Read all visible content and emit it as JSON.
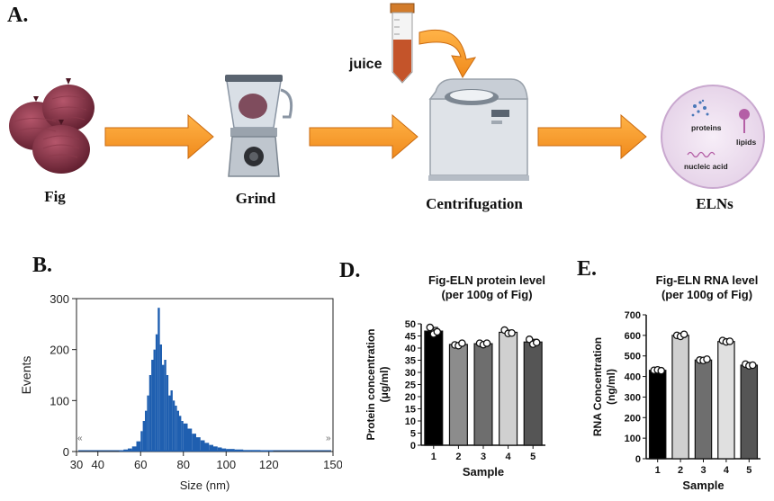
{
  "panels": {
    "a_letter": "A.",
    "b_letter": "B.",
    "d_letter": "D.",
    "e_letter": "E."
  },
  "workflow": {
    "steps": [
      {
        "label": "Fig"
      },
      {
        "label": "Grind"
      },
      {
        "label": "Centrifugation"
      },
      {
        "label": "ELNs"
      }
    ],
    "juice_label": "juice",
    "eln_contents": {
      "proteins": "proteins",
      "lipids": "lipids",
      "nucleic_acid": "nucleic acid"
    }
  },
  "chart_data": [
    {
      "type": "histogram",
      "panel": "B",
      "xlabel": "Size (nm)",
      "ylabel": "Events",
      "xlim": [
        30,
        150
      ],
      "ylim": [
        0,
        300
      ],
      "xticks": [
        30,
        40,
        60,
        80,
        100,
        120,
        150
      ],
      "yticks": [
        0,
        100,
        200,
        300
      ],
      "tick_labels_x": [
        "30",
        "40",
        "60",
        "80",
        "100",
        "120",
        "150"
      ],
      "tick_labels_y": [
        "0",
        "100",
        "200",
        "300"
      ],
      "color": "#1f5fb0",
      "bins": {
        "x": [
          50,
          52,
          54,
          56,
          58,
          60,
          61,
          62,
          63,
          64,
          65,
          66,
          67,
          68,
          69,
          70,
          71,
          72,
          73,
          74,
          75,
          76,
          77,
          78,
          79,
          80,
          82,
          84,
          86,
          88,
          90,
          92,
          94,
          96,
          98,
          100,
          104,
          108,
          112,
          116,
          120
        ],
        "values": [
          2,
          4,
          6,
          10,
          20,
          40,
          60,
          80,
          110,
          150,
          180,
          200,
          230,
          282,
          210,
          170,
          180,
          150,
          110,
          120,
          100,
          90,
          80,
          70,
          60,
          55,
          45,
          35,
          28,
          22,
          17,
          13,
          10,
          8,
          6,
          5,
          4,
          3,
          3,
          2,
          1
        ]
      }
    },
    {
      "type": "bar",
      "panel": "D",
      "title": "Fig-ELN protein level\n(per 100g of Fig)",
      "title_lines": [
        "Fig-ELN protein level",
        "(per 100g of Fig)"
      ],
      "xlabel": "Sample",
      "ylabel_lines": [
        "Protein concentration",
        "(μg/ml)"
      ],
      "categories": [
        "1",
        "2",
        "3",
        "4",
        "5"
      ],
      "values": [
        47,
        41.5,
        41.8,
        46.5,
        42.5
      ],
      "points": [
        [
          48.5,
          45.8,
          46.7
        ],
        [
          41.3,
          41.0,
          42.0
        ],
        [
          42.0,
          41.4,
          42.0
        ],
        [
          47.4,
          46.0,
          46.2
        ],
        [
          43.6,
          41.6,
          42.3
        ]
      ],
      "ylim": [
        0,
        50
      ],
      "yticks": [
        0,
        5,
        10,
        15,
        20,
        25,
        30,
        35,
        40,
        45,
        50
      ],
      "colors": [
        "#000000",
        "#8c8c8c",
        "#6e6e6e",
        "#d0d0d0",
        "#555555"
      ]
    },
    {
      "type": "bar",
      "panel": "E",
      "title_lines": [
        "Fig-ELN RNA level",
        "(per 100g of Fig)"
      ],
      "xlabel": "Sample",
      "ylabel_lines": [
        "RNA Concentration",
        "(ng/ml)"
      ],
      "categories": [
        "1",
        "2",
        "3",
        "4",
        "5"
      ],
      "values": [
        430,
        600,
        480,
        570,
        455
      ],
      "points": [
        [
          430,
          432,
          428
        ],
        [
          600,
          595,
          605
        ],
        [
          480,
          478,
          484
        ],
        [
          575,
          568,
          571
        ],
        [
          460,
          452,
          455
        ]
      ],
      "ylim": [
        0,
        700
      ],
      "yticks": [
        0,
        100,
        200,
        300,
        400,
        500,
        600,
        700
      ],
      "colors": [
        "#000000",
        "#d0d0d0",
        "#6e6e6e",
        "#e0e0e0",
        "#555555"
      ]
    }
  ]
}
